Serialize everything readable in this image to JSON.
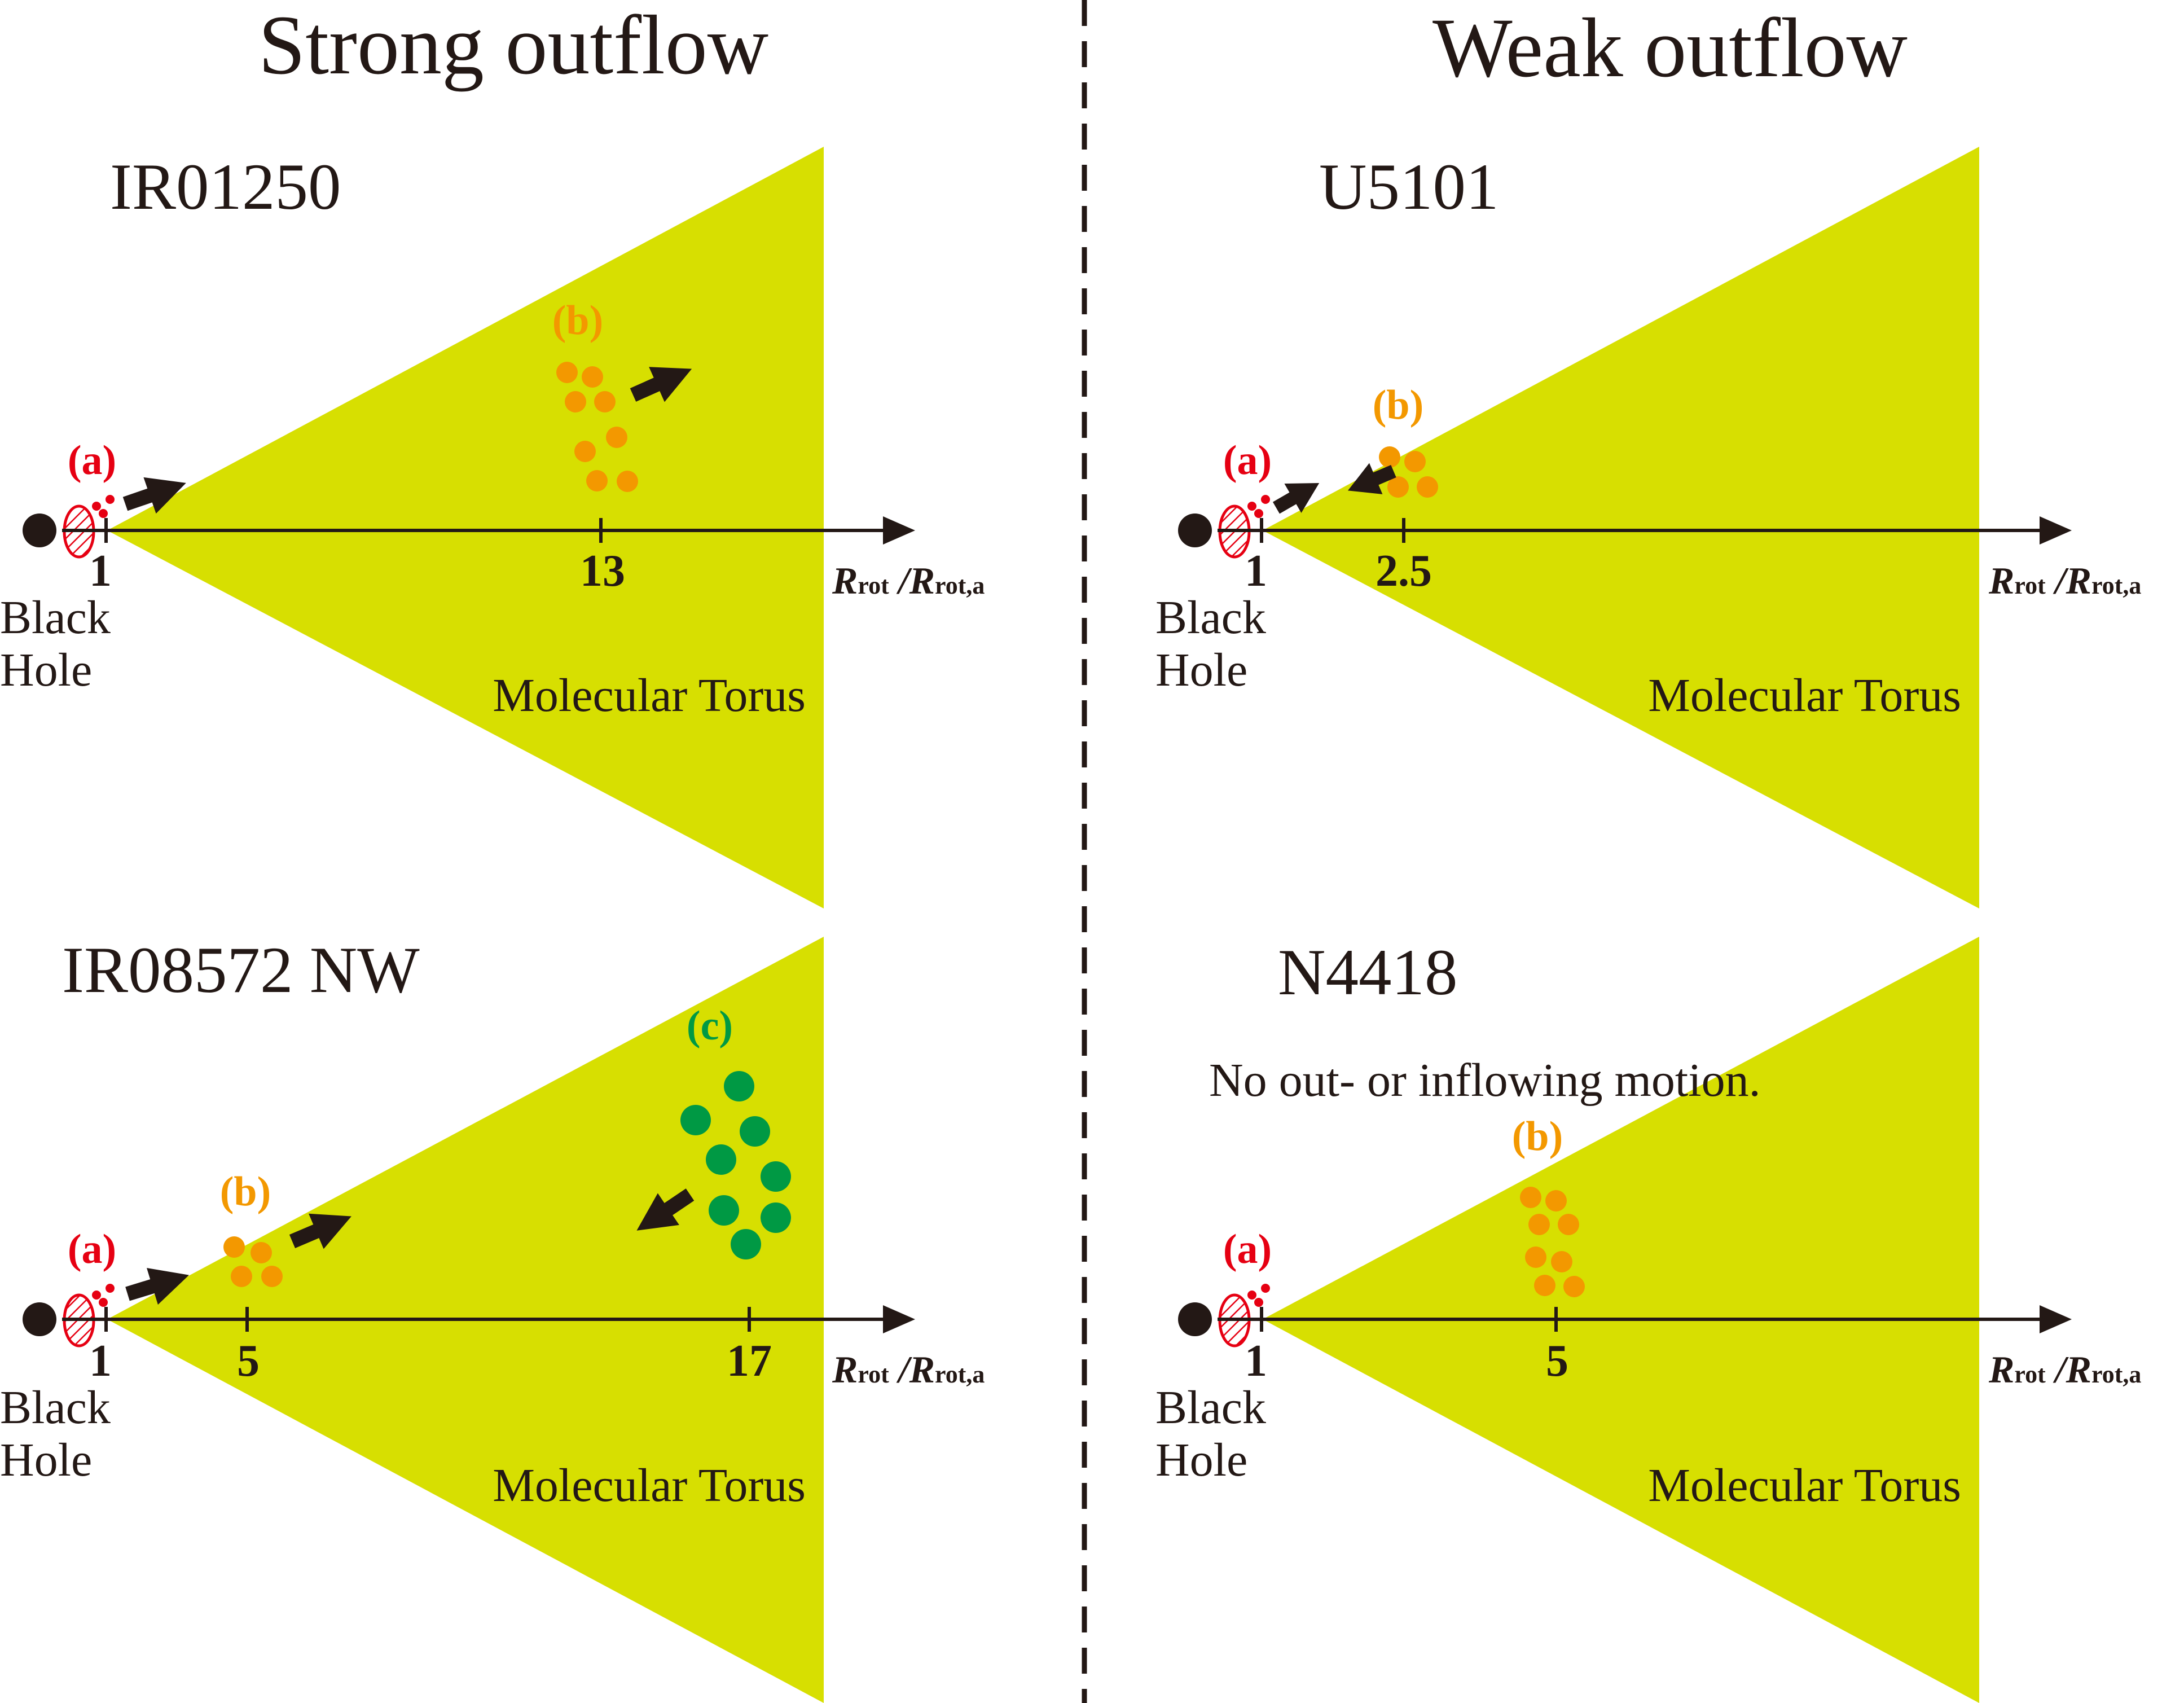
{
  "headers": {
    "left": "Strong outflow",
    "right": "Weak outflow"
  },
  "colors": {
    "torus": "#d7df01",
    "region_a": "#e60012",
    "region_b": "#f39800",
    "region_c": "#009944",
    "arrow": "#231815",
    "black_hole": "#231815",
    "text": "#231815"
  },
  "axis_label": {
    "R1": "R",
    "sub1": "rot",
    "slash": " /",
    "R2": "R",
    "sub2": "rot,a"
  },
  "common_labels": {
    "black": "Black",
    "hole": "Hole",
    "torus": "Molecular Torus",
    "tick_origin": "1"
  },
  "panels": [
    {
      "id": "ir01250",
      "name": "IR01250",
      "outflow": "strong",
      "ticks": [
        "1",
        "13"
      ],
      "regions": [
        {
          "tag": "(a)",
          "color": "red",
          "motion": "outward"
        },
        {
          "tag": "(b)",
          "color": "orange",
          "motion": "outward"
        }
      ]
    },
    {
      "id": "ir08572",
      "name": "IR08572 NW",
      "outflow": "strong",
      "ticks": [
        "1",
        "5",
        "17"
      ],
      "regions": [
        {
          "tag": "(a)",
          "color": "red",
          "motion": "outward"
        },
        {
          "tag": "(b)",
          "color": "orange",
          "motion": "outward"
        },
        {
          "tag": "(c)",
          "color": "green",
          "motion": "inward"
        }
      ]
    },
    {
      "id": "u5101",
      "name": "U5101",
      "outflow": "weak",
      "ticks": [
        "1",
        "2.5"
      ],
      "regions": [
        {
          "tag": "(a)",
          "color": "red",
          "motion": "outward"
        },
        {
          "tag": "(b)",
          "color": "orange",
          "motion": "inward"
        }
      ]
    },
    {
      "id": "n4418",
      "name": "N4418",
      "outflow": "weak",
      "note": "No out- or inflowing motion.",
      "ticks": [
        "1",
        "5"
      ],
      "regions": [
        {
          "tag": "(a)",
          "color": "red",
          "motion": "none"
        },
        {
          "tag": "(b)",
          "color": "orange",
          "motion": "none"
        }
      ]
    }
  ]
}
